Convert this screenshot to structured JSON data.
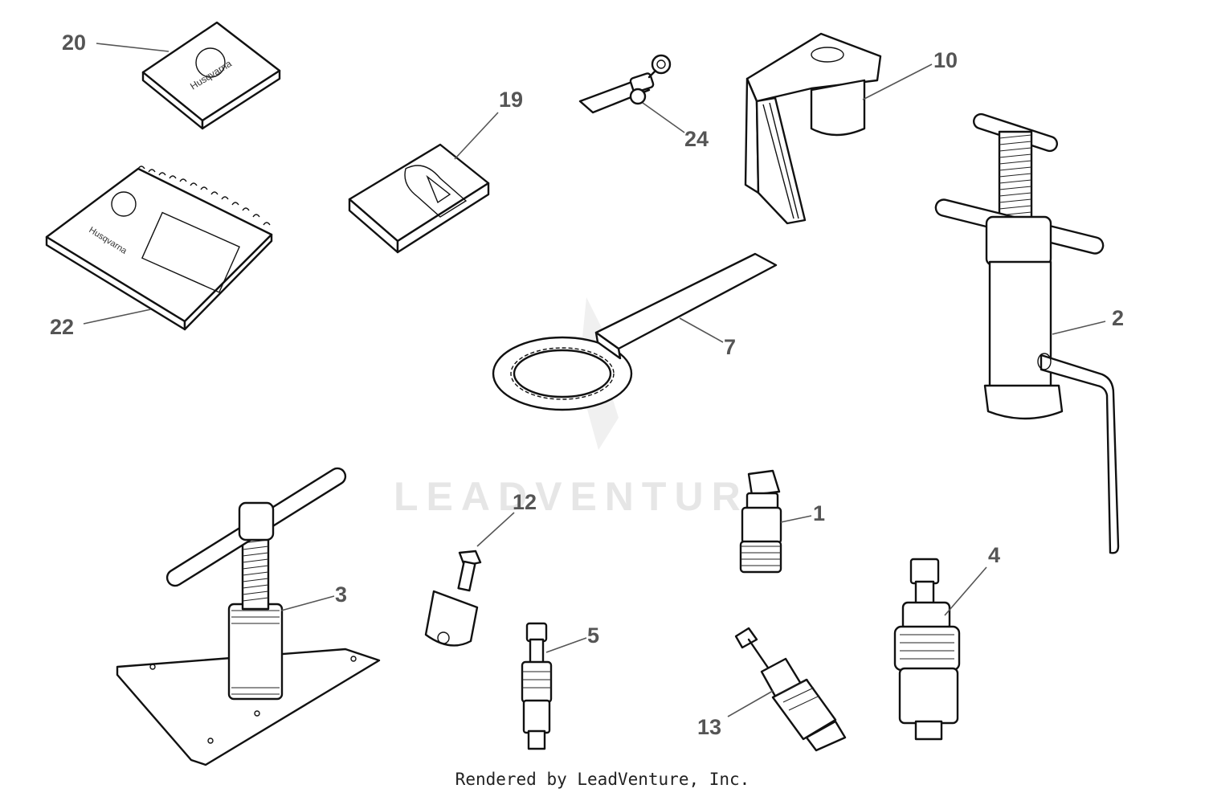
{
  "watermark": "LEADVENTURE",
  "footer": "Rendered by LeadVenture, Inc.",
  "brand_text": "Husqvarna",
  "callouts": {
    "c20": "20",
    "c22": "22",
    "c19": "19",
    "c24": "24",
    "c10": "10",
    "c2": "2",
    "c7": "7",
    "c12": "12",
    "c1": "1",
    "c3": "3",
    "c5": "5",
    "c4": "4",
    "c13": "13"
  }
}
